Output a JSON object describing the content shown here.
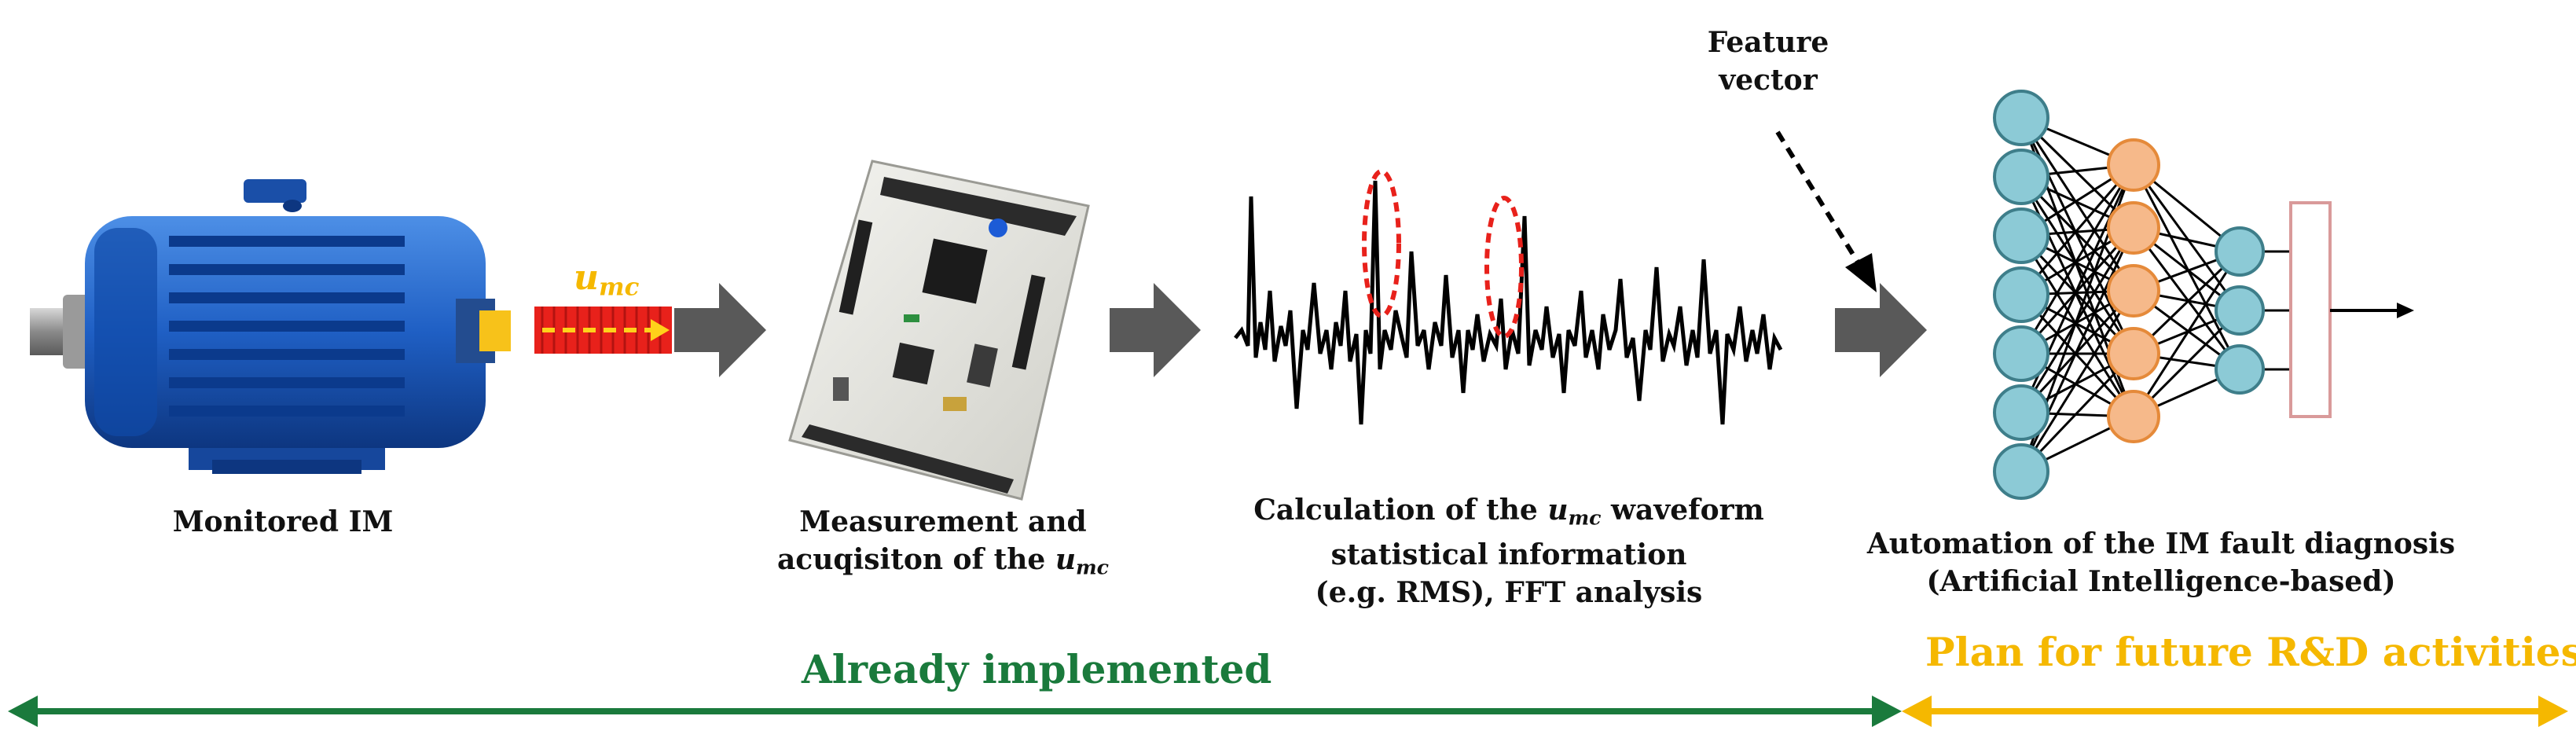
{
  "labels": {
    "motor": "Monitored IM",
    "signal_base": "u",
    "signal_sub": "mc",
    "measure_line1": "Measurement and",
    "measure_line2": "acuqisiton of the ",
    "calc_line1_pre": "Calculation of the ",
    "calc_line1_post": " waveform",
    "calc_line2": "statistical information",
    "calc_line3": "(e.g. RMS), FFT analysis",
    "feature_line1": "Feature",
    "feature_line2": "vector",
    "auto_line1": "Automation of the IM fault diagnosis",
    "auto_line2": "(Artificial Intelligence-based)",
    "implemented": "Already implemented",
    "future": "Plan for future R&D activities"
  },
  "colors": {
    "implemented": "#1a7a3c",
    "future": "#f5b800",
    "motor_blue": "#1f5fc4",
    "arrow_gray": "#595959",
    "nn_input": "#8ccad6",
    "nn_hidden": "#f6b98a",
    "signal_red": "#e8211b",
    "signal_yellow": "#ffd21a"
  },
  "icons": [
    "motor-icon",
    "board-icon",
    "waveform-icon",
    "neural-network-icon"
  ]
}
